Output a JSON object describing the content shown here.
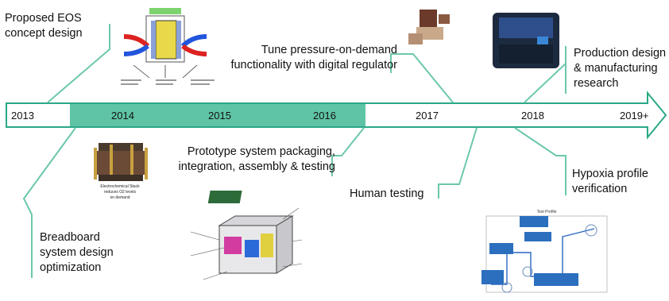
{
  "timeline": {
    "years": [
      "2013",
      "2014",
      "2015",
      "2016",
      "2017",
      "2018",
      "2019+"
    ],
    "highlight_span": [
      "2014",
      "2016"
    ],
    "arrow_color": "#2aa886",
    "highlight_color": "#5fc4a6"
  },
  "milestones": {
    "eos_concept": "Proposed EOS concept design",
    "tune_pressure": "Tune pressure-on-demand functionality with digital regulator",
    "production_design": "Production design & manufacturing research",
    "prototype_packaging": "Prototype system packaging, integration, assembly & testing",
    "human_testing": "Human testing",
    "hypoxia_profile": "Hypoxia profile verification",
    "breadboard": "Breadboard system design optimization"
  },
  "images": {
    "stack_caption": "Electrochemical Stack reduces O2 levels on demand",
    "hypoxia_chart_title": "Test Profile"
  }
}
